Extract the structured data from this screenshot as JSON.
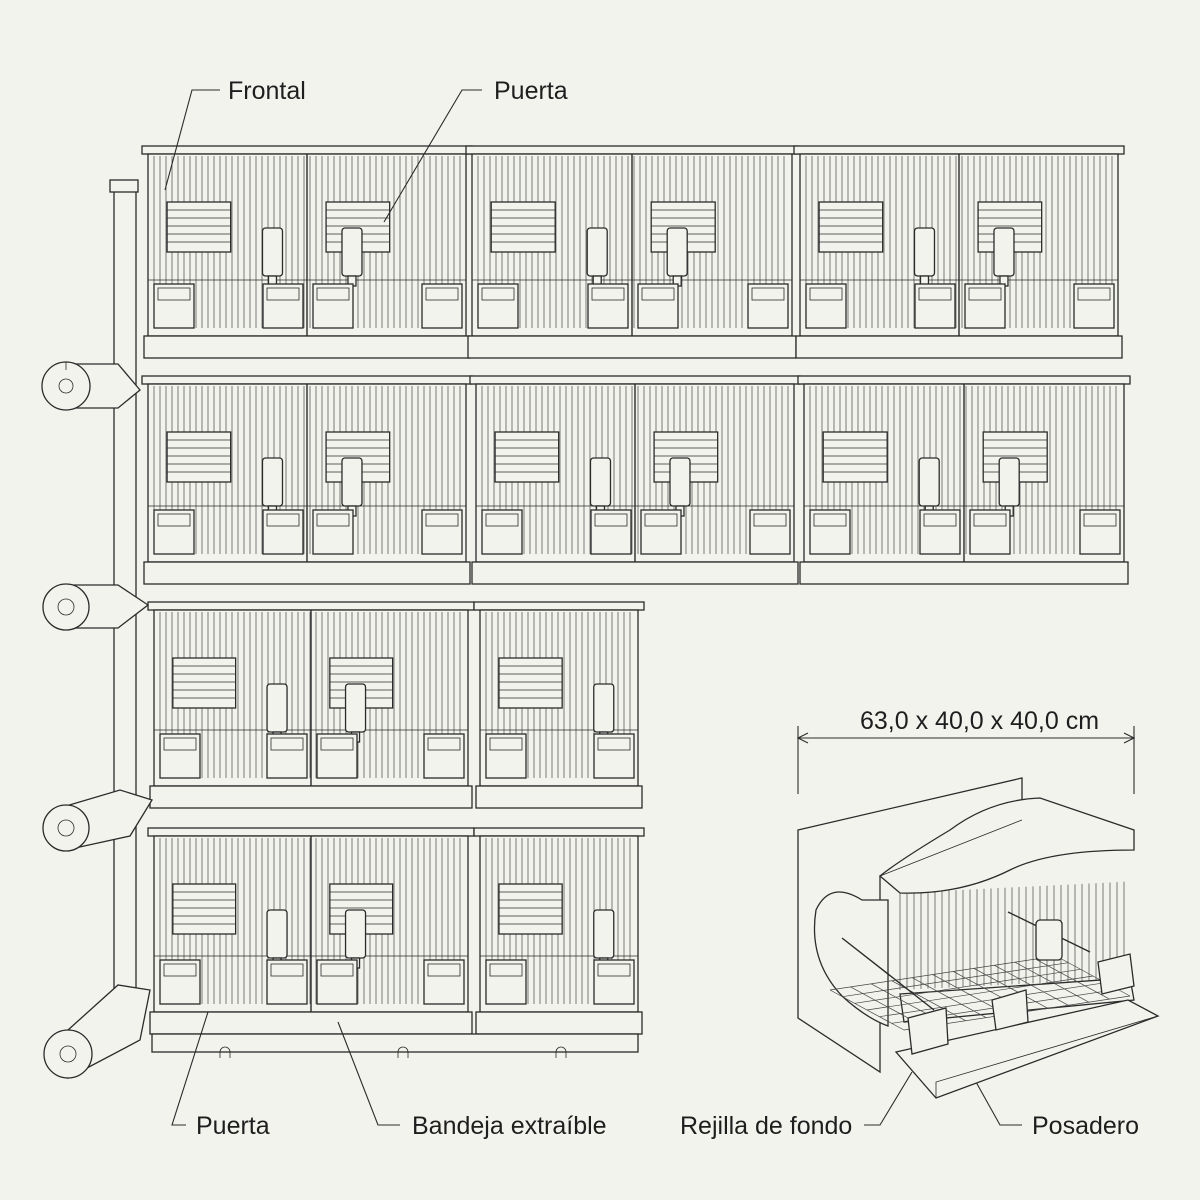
{
  "labels": {
    "frontal": "Frontal",
    "puerta_top": "Puerta",
    "puerta_bottom": "Puerta",
    "bandeja": "Bandeja extraíble",
    "rejilla": "Rejilla de fondo",
    "posadero": "Posadero"
  },
  "dimension": "63,0 x 40,0 x 40,0 cm",
  "colors": {
    "background": "#f3f3ee",
    "line": "#2b2b2b"
  }
}
